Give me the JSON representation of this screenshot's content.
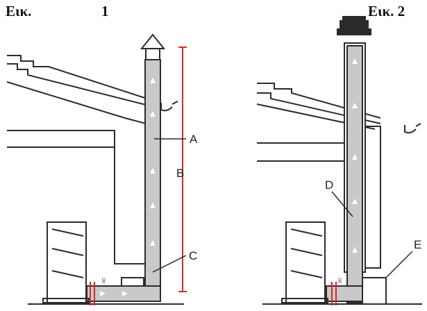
{
  "figure1": {
    "label_prefix": "Εικ.",
    "label_number": "1",
    "callouts": {
      "a": "A",
      "b": "B",
      "c": "C"
    },
    "wall_mark": "80"
  },
  "figure2": {
    "label": "Εικ. 2",
    "callouts": {
      "d": "D",
      "e": "E"
    },
    "wall_mark": "80"
  },
  "colors": {
    "line": "#2b2b2b",
    "pipe_fill": "#c9c9c9",
    "measure_red": "#d42a2a",
    "flow_arrow": "#ffffff"
  }
}
